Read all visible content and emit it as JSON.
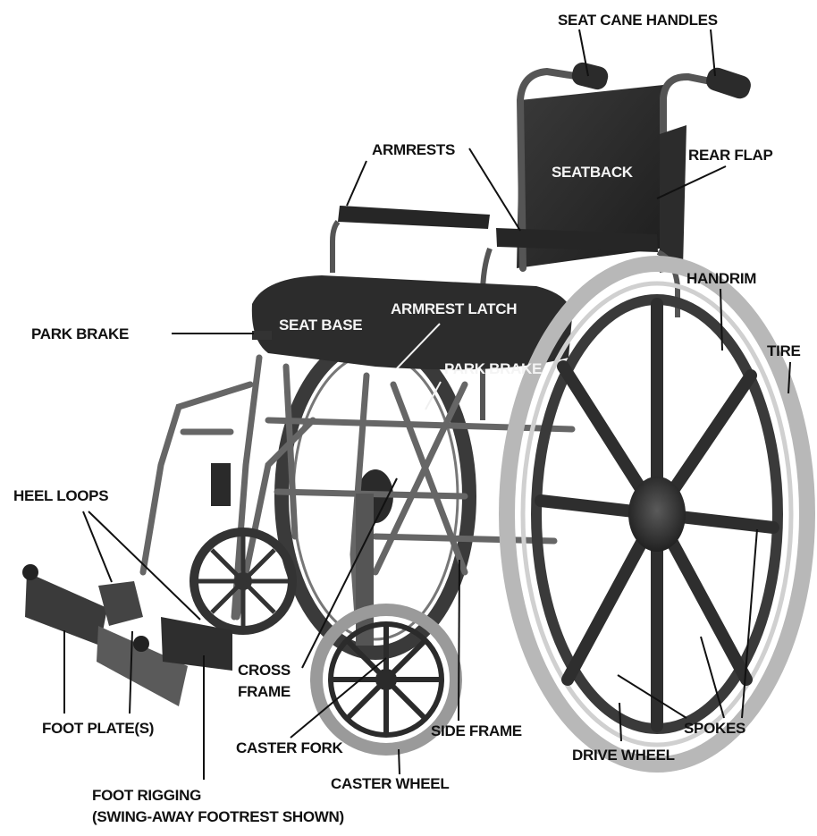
{
  "labels": {
    "seat_cane_handles": "SEAT CANE HANDLES",
    "armrests": "ARMRESTS",
    "seatback": "SEATBACK",
    "rear_flap": "REAR FLAP",
    "handrim": "HANDRIM",
    "tire": "TIRE",
    "armrest_latch": "ARMREST LATCH",
    "seat_base": "SEAT BASE",
    "park_brake_left": "PARK BRAKE",
    "park_brake_inner": "PARK BRAKE",
    "heel_loops": "HEEL LOOPS",
    "cross_frame_1": "CROSS",
    "cross_frame_2": "FRAME",
    "foot_plates": "FOOT  PLATE(S)",
    "side_frame": "SIDE FRAME",
    "caster_fork": "CASTER FORK",
    "drive_wheel": "DRIVE WHEEL",
    "spokes": "SPOKES",
    "caster_wheel": "CASTER WHEEL",
    "foot_rigging_1": "FOOT RIGGING",
    "foot_rigging_2": "(SWING-AWAY FOOTREST SHOWN)"
  }
}
